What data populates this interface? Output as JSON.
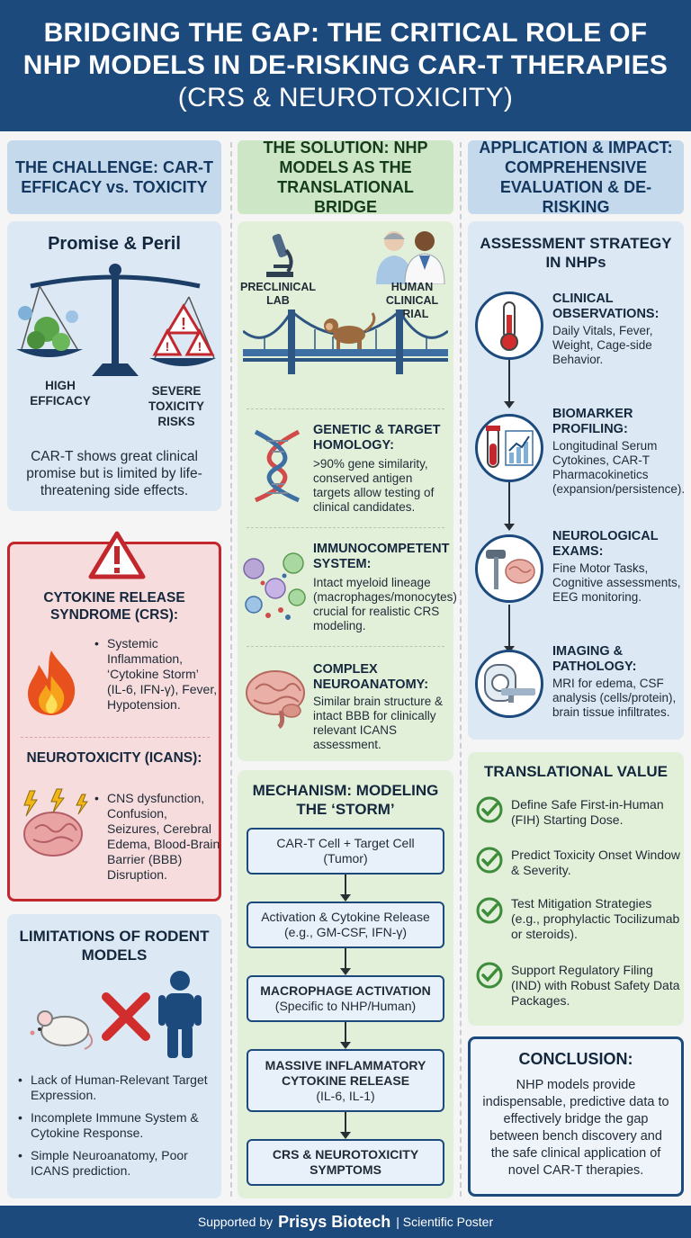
{
  "header": {
    "title_main": "BRIDGING THE GAP: THE CRITICAL ROLE OF NHP MODELS IN DE-RISKING CAR-T THERAPIES",
    "title_sub": "(CRS & NEUROTOXICITY)"
  },
  "col1": {
    "heading": "THE CHALLENGE: CAR-T EFFICACY vs. TOXICITY",
    "promise": {
      "title": "Promise & Peril",
      "left_label": "HIGH EFFICACY",
      "right_label": "SEVERE TOXICITY RISKS",
      "text": "CAR-T shows great clinical promise but is limited by life-threatening side effects."
    },
    "crs": {
      "title": "CYTOKINE RELEASE SYNDROME (CRS):",
      "bullet": "Systemic Inflammation, ‘Cytokine Storm’ (IL-6, IFN-γ), Fever, Hypotension."
    },
    "icans": {
      "title": "NEUROTOXICITY (ICANS):",
      "bullet": "CNS dysfunction, Confusion, Seizures, Cerebral Edema, Blood-Brain Barrier (BBB) Disruption."
    },
    "limits": {
      "title": "LIMITATIONS OF RODENT MODELS",
      "bullets": [
        "Lack of Human-Relevant Target Expression.",
        "Incomplete Immune System & Cytokine Response.",
        "Simple Neuroanatomy, Poor ICANS prediction."
      ]
    }
  },
  "col2": {
    "heading": "THE SOLUTION: NHP MODELS AS THE TRANSLATIONAL BRIDGE",
    "bridge": {
      "left_label": "PRECLINICAL LAB",
      "right_label": "HUMAN CLINICAL TRIAL"
    },
    "items": [
      {
        "title": "GENETIC & TARGET HOMOLOGY:",
        "text": ">90% gene similarity, conserved antigen targets allow testing of clinical candidates."
      },
      {
        "title": "IMMUNOCOMPETENT SYSTEM:",
        "text": "Intact myeloid lineage (macrophages/monocytes) crucial for realistic CRS modeling."
      },
      {
        "title": "COMPLEX NEUROANATOMY:",
        "text": "Similar brain structure & intact BBB for clinically relevant ICANS assessment."
      }
    ],
    "mechanism": {
      "title": "MECHANISM: MODELING THE ‘STORM’",
      "steps": [
        {
          "bold": "",
          "text": "CAR-T Cell + Target Cell (Tumor)"
        },
        {
          "bold": "",
          "text": "Activation & Cytokine Release (e.g., GM-CSF, IFN-γ)"
        },
        {
          "bold": "MACROPHAGE ACTIVATION",
          "text": "(Specific to NHP/Human)"
        },
        {
          "bold": "MASSIVE INFLAMMATORY CYTOKINE RELEASE",
          "text": "(IL-6, IL-1)"
        },
        {
          "bold": "CRS & NEUROTOXICITY SYMPTOMS",
          "text": ""
        }
      ]
    }
  },
  "col3": {
    "heading": "APPLICATION & IMPACT: COMPREHENSIVE EVALUATION & DE-RISKING",
    "assessment": {
      "title": "ASSESSMENT STRATEGY IN NHPs",
      "items": [
        {
          "title": "CLINICAL OBSERVATIONS:",
          "text": "Daily Vitals, Fever, Weight, Cage-side Behavior.",
          "icon": "thermometer-icon"
        },
        {
          "title": "BIOMARKER PROFILING:",
          "text": "Longitudinal Serum Cytokines, CAR-T Pharmacokinetics (expansion/persistence).",
          "icon": "blood-tube-chart-icon"
        },
        {
          "title": "NEUROLOGICAL EXAMS:",
          "text": "Fine Motor Tasks, Cognitive assessments, EEG monitoring.",
          "icon": "reflex-hammer-brain-icon"
        },
        {
          "title": "IMAGING & PATHOLOGY:",
          "text": "MRI for edema, CSF analysis (cells/protein), brain tissue infiltrates.",
          "icon": "mri-scanner-icon"
        }
      ]
    },
    "translational": {
      "title": "TRANSLATIONAL VALUE",
      "items": [
        "Define Safe First-in-Human (FIH) Starting Dose.",
        "Predict Toxicity Onset Window & Severity.",
        "Test Mitigation Strategies (e.g., prophylactic Tocilizumab or steroids).",
        "Support Regulatory Filing (IND) with Robust Safety Data Packages."
      ]
    },
    "conclusion": {
      "title": "CONCLUSION:",
      "text": "NHP models provide indispensable, predictive data to effectively bridge the gap between bench discovery and the safe clinical application of novel CAR-T therapies."
    }
  },
  "footer": {
    "prefix": "Supported by",
    "brand": "Prisys Biotech",
    "suffix": "| Scientific Poster"
  }
}
